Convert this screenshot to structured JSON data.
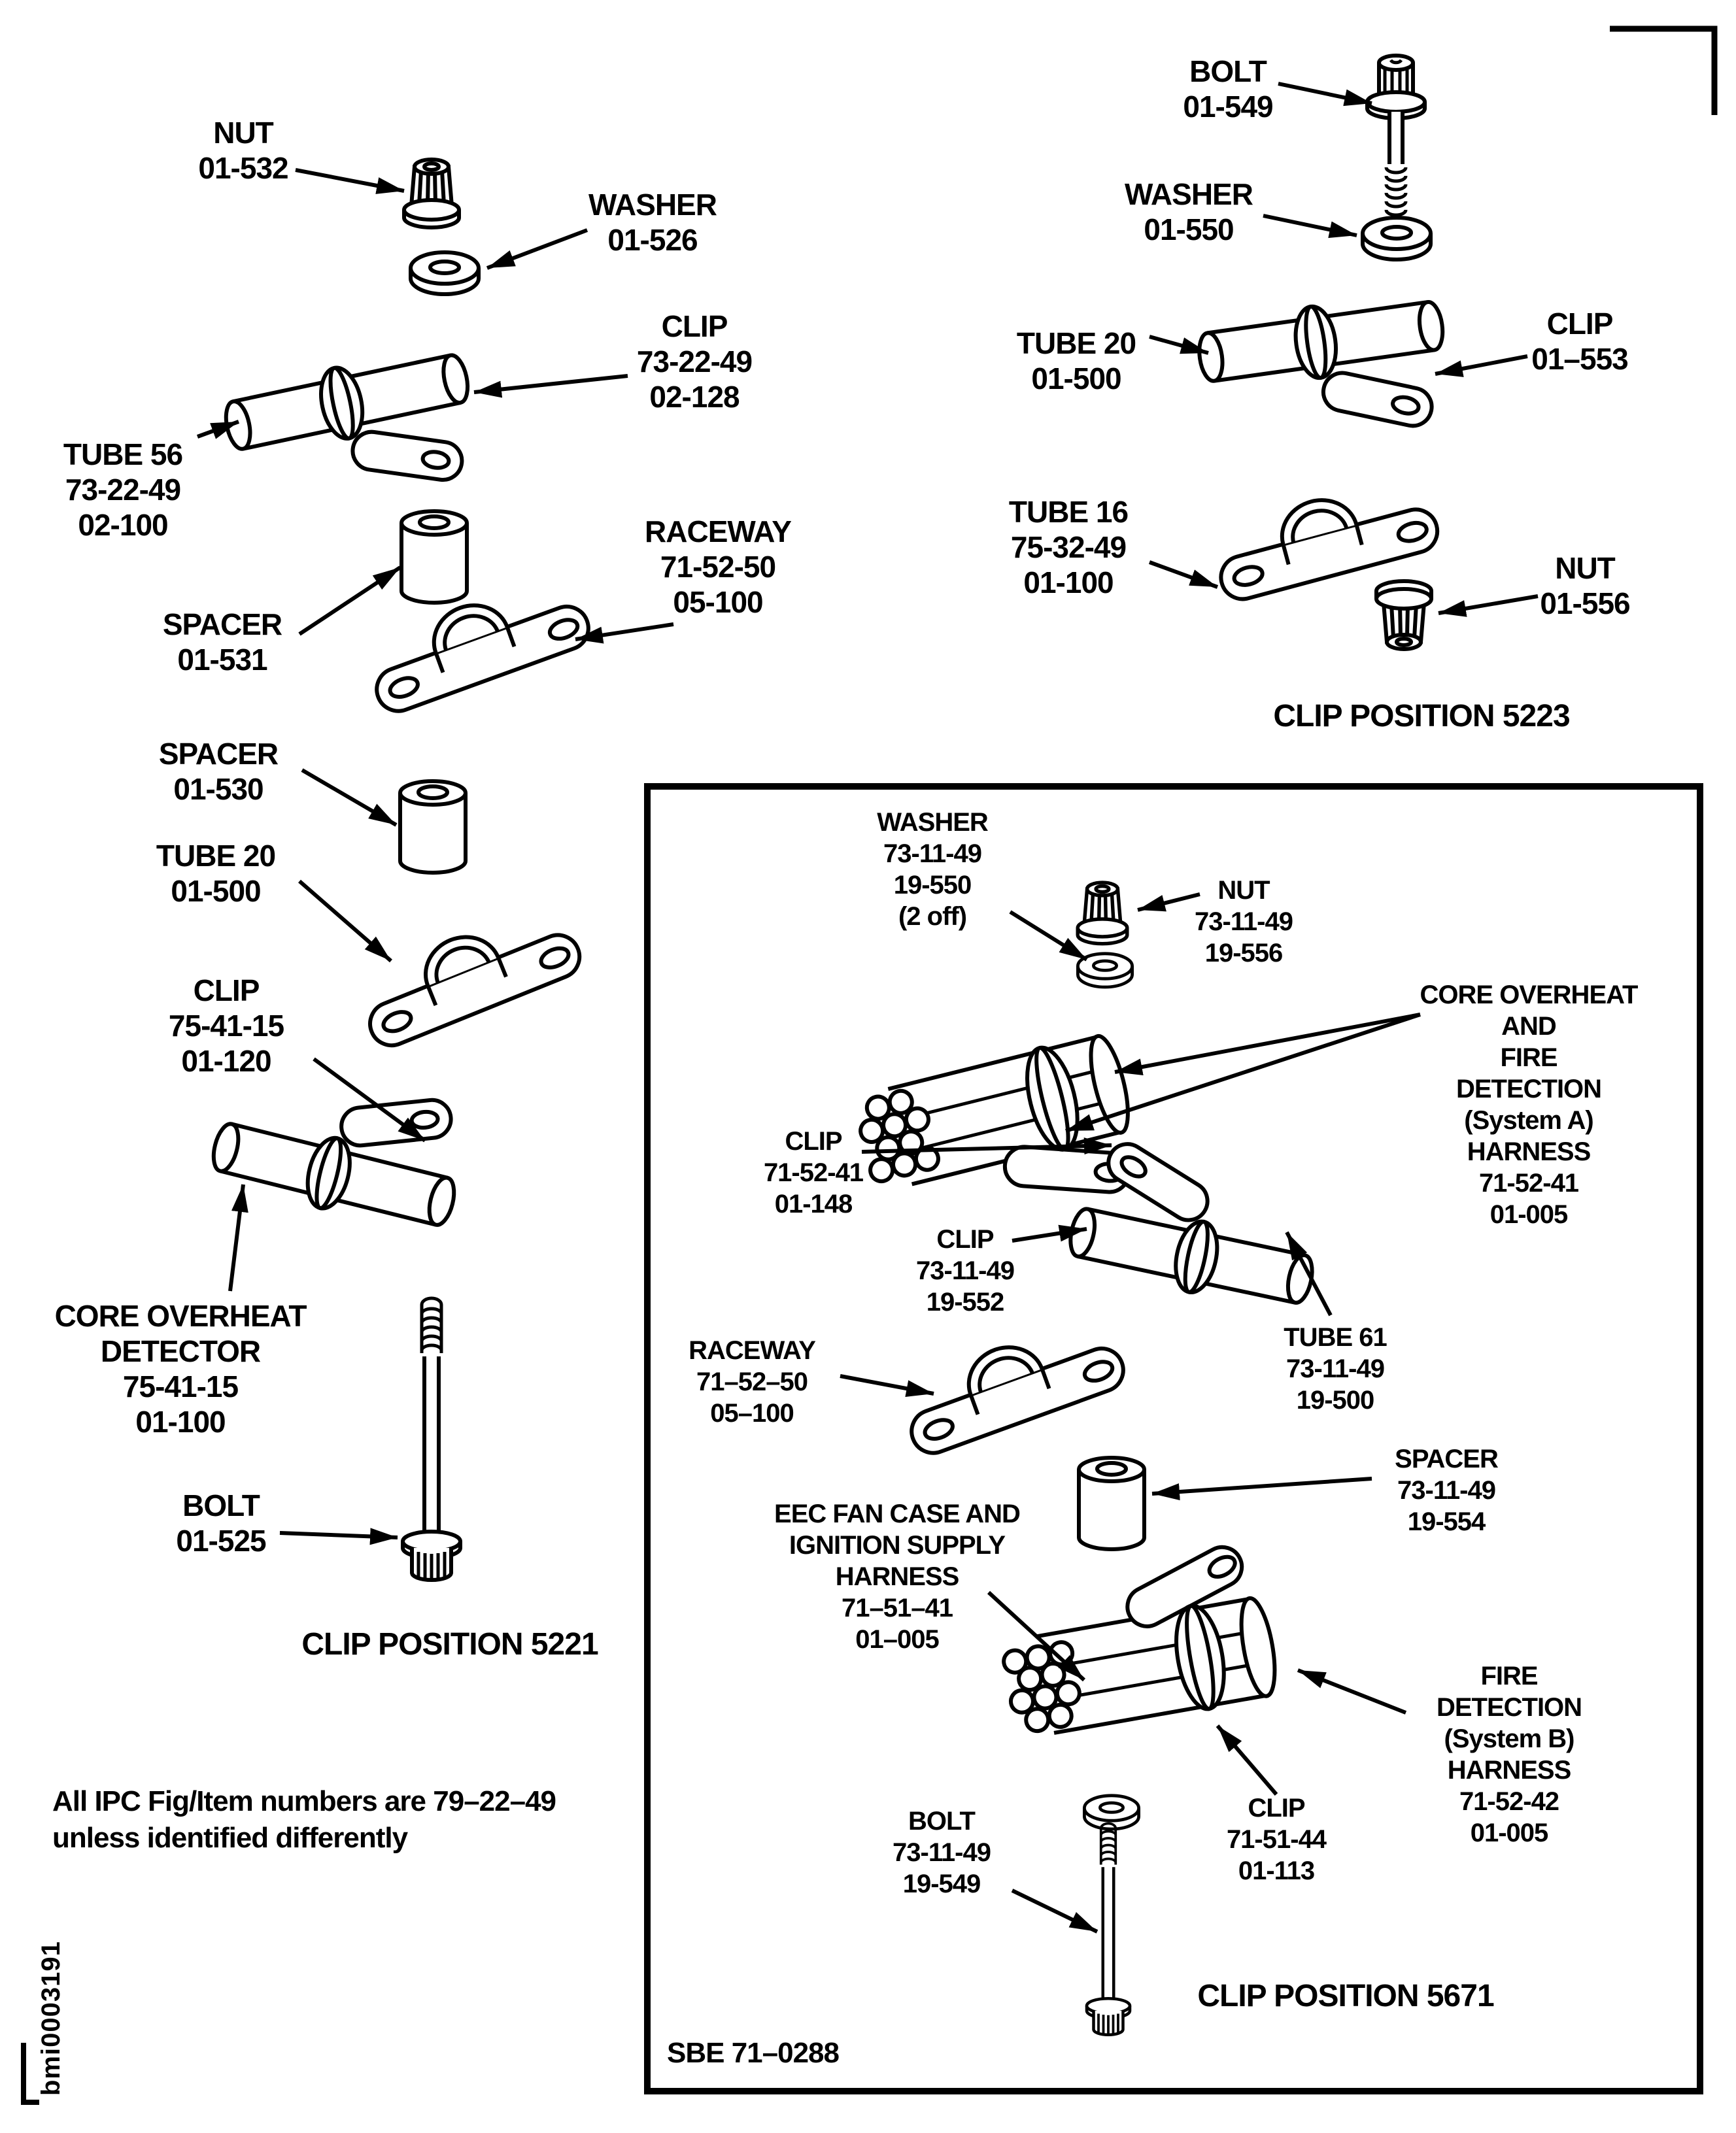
{
  "page": {
    "background": "#ffffff",
    "ink": "#000000"
  },
  "doc_id": "bmi0003191",
  "note": {
    "line1": "All IPC Fig/Item numbers are 79–22–49",
    "line2": "unless identified differently"
  },
  "captions": {
    "pos_5221": "CLIP POSITION 5221",
    "pos_5223": "CLIP POSITION 5223",
    "pos_5671": "CLIP POSITION 5671",
    "sbe_ref": "SBE 71–0288"
  },
  "labels": {
    "nut_01_532": [
      "NUT",
      "01-532"
    ],
    "washer_01_526": [
      "WASHER",
      "01-526"
    ],
    "clip_73_22_49": [
      "CLIP",
      "73-22-49",
      "02-128"
    ],
    "tube_56": [
      "TUBE 56",
      "73-22-49",
      "02-100"
    ],
    "spacer_01_531": [
      "SPACER",
      "01-531"
    ],
    "raceway_left": [
      "RACEWAY",
      "71-52-50",
      "05-100"
    ],
    "spacer_01_530": [
      "SPACER",
      "01-530"
    ],
    "tube_20_left": [
      "TUBE 20",
      "01-500"
    ],
    "clip_75_41_15": [
      "CLIP",
      "75-41-15",
      "01-120"
    ],
    "core_overheat_detector": [
      "CORE OVERHEAT",
      "DETECTOR",
      "75-41-15",
      "01-100"
    ],
    "bolt_01_525": [
      "BOLT",
      "01-525"
    ],
    "bolt_01_549": [
      "BOLT",
      "01-549"
    ],
    "washer_01_550": [
      "WASHER",
      "01-550"
    ],
    "tube_20_right": [
      "TUBE 20",
      "01-500"
    ],
    "clip_01_553": [
      "CLIP",
      "01–553"
    ],
    "tube_16": [
      "TUBE 16",
      "75-32-49",
      "01-100"
    ],
    "nut_01_556": [
      "NUT",
      "01-556"
    ],
    "washer_19_550": [
      "WASHER",
      "73-11-49",
      "19-550",
      "(2 off)"
    ],
    "nut_19_556": [
      "NUT",
      "73-11-49",
      "19-556"
    ],
    "core_overheat_a": [
      "CORE OVERHEAT",
      "AND",
      "FIRE",
      "DETECTION",
      "(System A)",
      "HARNESS",
      "71-52-41",
      "01-005"
    ],
    "clip_01_148": [
      "CLIP",
      "71-52-41",
      "01-148"
    ],
    "clip_19_552": [
      "CLIP",
      "73-11-49",
      "19-552"
    ],
    "tube_61": [
      "TUBE 61",
      "73-11-49",
      "19-500"
    ],
    "raceway_box": [
      "RACEWAY",
      "71–52–50",
      "05–100"
    ],
    "spacer_19_554": [
      "SPACER",
      "73-11-49",
      "19-554"
    ],
    "eec_harness": [
      "EEC FAN CASE AND",
      "IGNITION SUPPLY",
      "HARNESS",
      "71–51–41",
      "01–005"
    ],
    "fire_b": [
      "FIRE",
      "DETECTION",
      "(System B)",
      "HARNESS",
      "71-52-42",
      "01-005"
    ],
    "bolt_19_549": [
      "BOLT",
      "73-11-49",
      "19-549"
    ],
    "clip_71_51_44": [
      "CLIP",
      "71-51-44",
      "01-113"
    ]
  }
}
